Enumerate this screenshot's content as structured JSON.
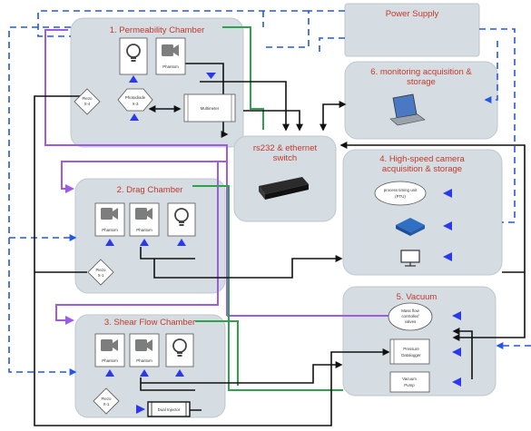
{
  "diagram": {
    "power_supply": "Power Supply",
    "monitoring": {
      "line1": "6. monitoring acquisition &",
      "line2": "storage"
    },
    "switch": {
      "line1": "rs232 & ethernet",
      "line2": "switch"
    },
    "highspeed": {
      "line1": "4. High-speed camera",
      "line2": "acquisition & storage",
      "ptu_line1": "process timing unit",
      "ptu_line2": "(PTU)"
    },
    "permeability": {
      "title": "1. Permeability Chamber",
      "camera_label": "Phantom",
      "valve_line1": "Piezo",
      "valve_line2": "X-4",
      "sensor_line1": "Photodiode",
      "sensor_line2": "X-3",
      "multimeter": "Multimeter"
    },
    "drag": {
      "title": "2. Drag Chamber",
      "cam1": "Phantom",
      "cam2": "Phantom",
      "valve_line1": "Piezo",
      "valve_line2": "X-1"
    },
    "vacuum": {
      "title": "5. Vacuum",
      "mfc_line1": "Mass flow",
      "mfc_line2": "controller/",
      "mfc_line3": "valves",
      "datalogger_line1": "Pressure",
      "datalogger_line2": "Datalogger",
      "pump_line1": "Vacuum",
      "pump_line2": "Pump"
    },
    "shear": {
      "title": "3. Shear Flow Chamber",
      "cam1": "Phantom",
      "cam2": "Phantom",
      "valve_line1": "Piezo",
      "valve_line2": "X-1",
      "injector": "Dual Injector"
    }
  }
}
